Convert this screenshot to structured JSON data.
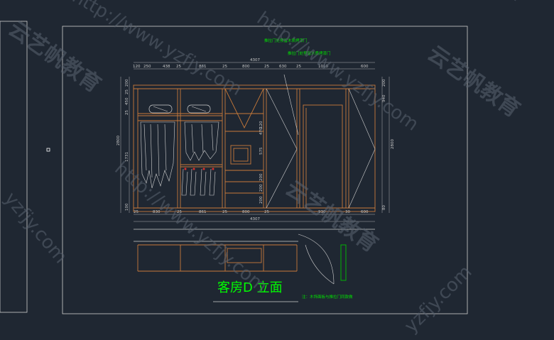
{
  "drawing": {
    "title": "客房D 立面",
    "notes": {
      "top_1": "推拉门处预留木质烤漆门",
      "top_2": "推拉门处预留木质烤漆门",
      "bottom": "注：木饰面板与推拉门同款做"
    },
    "top_total": "4307",
    "top_dims": [
      "120",
      "250",
      "438",
      "25",
      "861",
      "25",
      "800",
      "25",
      "630",
      "25",
      "1010",
      "600"
    ],
    "bottom_total": "4307",
    "bottom_dims": [
      "25",
      "830",
      "25",
      "861",
      "25",
      "800",
      "25",
      "930",
      "30",
      "600"
    ],
    "left_dims": [
      "200",
      "25",
      "450",
      "25",
      "1731",
      "100"
    ],
    "left_total": "2800",
    "right_total": "2800",
    "right_dims": [
      "200",
      "940",
      "80"
    ],
    "mid_dims": [
      "120",
      "470",
      "200",
      "200",
      "200"
    ],
    "mid_small": "575"
  },
  "watermarks": {
    "brand": "云艺帆教育",
    "url": "http://www.yzfjy.com",
    "url_short": "yzfjy.com"
  },
  "colors": {
    "background": "#1f2732",
    "furniture": "#c87a3a",
    "text_dim": "#c8c8c8",
    "text_note": "#00e000",
    "title": "#00ff00"
  }
}
